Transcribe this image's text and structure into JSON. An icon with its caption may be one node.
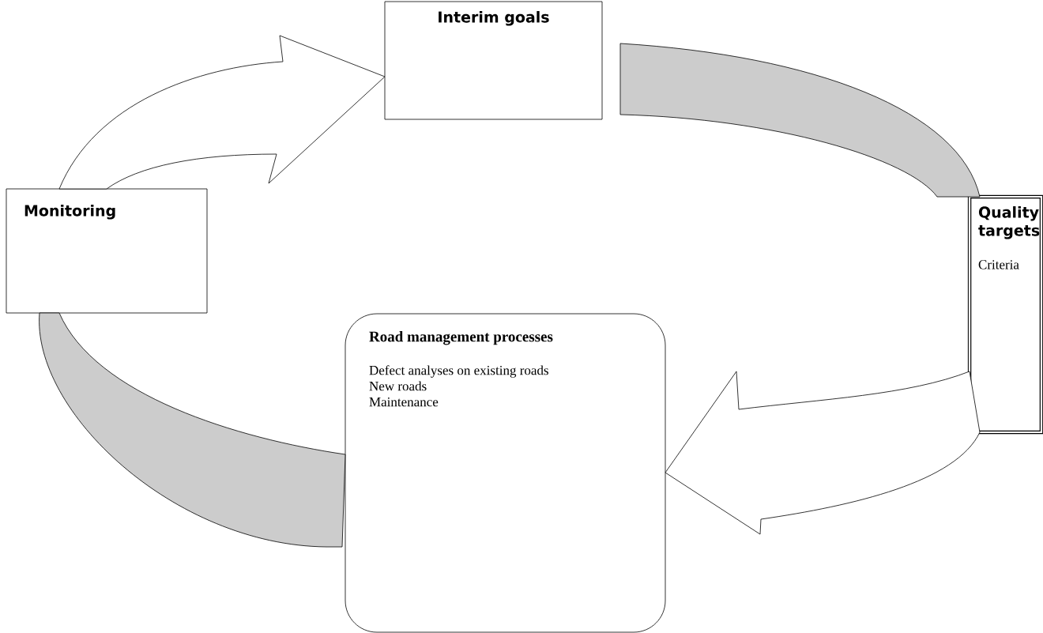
{
  "diagram": {
    "nodes": [
      {
        "text": [
          "Interim goals"
        ]
      },
      {
        "text": [
          "Quality targets",
          "Criteria"
        ]
      },
      {
        "text": [
          "Road management processes",
          "Defect analyses on existing roads",
          "New roads",
          "Maintenance"
        ]
      },
      {
        "text": [
          "Monitoring"
        ]
      }
    ],
    "edges": [
      {
        "from": 3,
        "to": 0,
        "arrow": "to"
      },
      {
        "from": 0,
        "to": 1,
        "arrow": "none"
      },
      {
        "from": 1,
        "to": 2,
        "arrow": "to"
      },
      {
        "from": 2,
        "to": 3,
        "arrow": "none"
      }
    ]
  }
}
